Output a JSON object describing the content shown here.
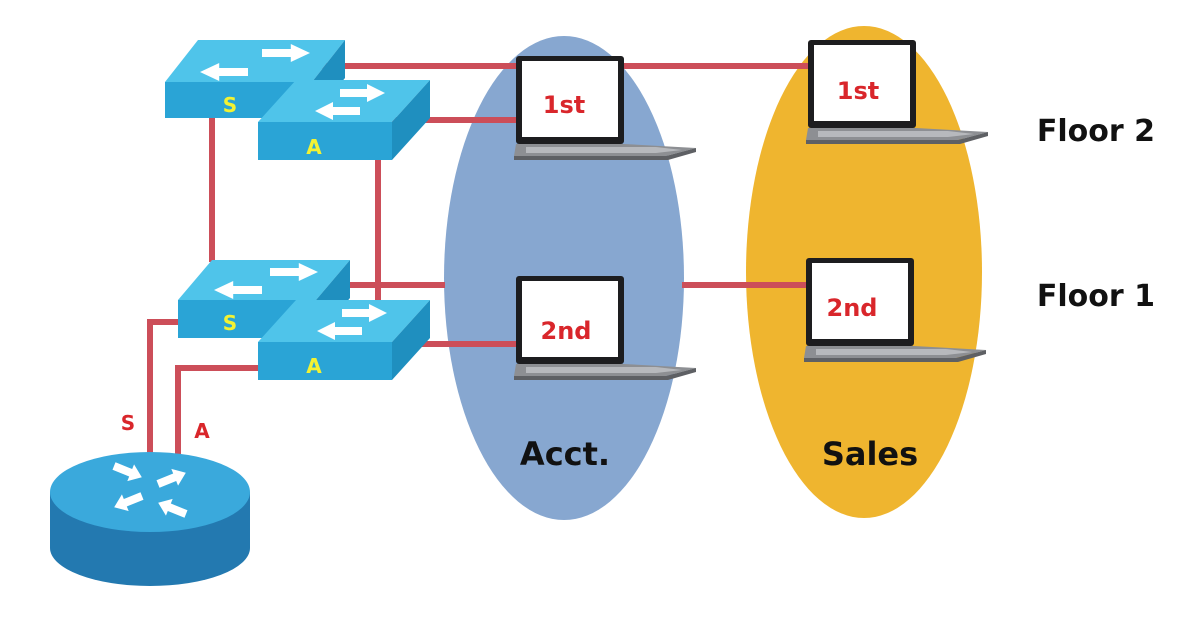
{
  "diagram": {
    "groups": {
      "acct": {
        "label": "Acct.",
        "color": "#87a7d0"
      },
      "sales": {
        "label": "Sales",
        "color": "#efb52f"
      }
    },
    "floors": {
      "floor2": "Floor 2",
      "floor1": "Floor 1"
    },
    "switches": {
      "top_s": {
        "label": "S",
        "label_color": "#f2f233"
      },
      "top_a": {
        "label": "A",
        "label_color": "#f2f233"
      },
      "bottom_s": {
        "label": "S",
        "label_color": "#f2f233"
      },
      "bottom_a": {
        "label": "A",
        "label_color": "#f2f233"
      }
    },
    "laptops": {
      "acct_floor2": {
        "label": "1st"
      },
      "acct_floor1": {
        "label": "2nd"
      },
      "sales_floor2": {
        "label": "1st"
      },
      "sales_floor1": {
        "label": "2nd"
      }
    },
    "router_links": {
      "s": "S",
      "a": "A"
    },
    "colors": {
      "link": "#cc4e59",
      "switch_top": "#4fc4ea",
      "switch_front": "#2aa4d6",
      "router_top": "#3aa9dc",
      "router_side": "#2379b0",
      "laptop_label": "#d9262b",
      "router_link_label": "#d9262b"
    },
    "icons": [
      "switch-icon",
      "router-icon",
      "laptop-icon"
    ]
  }
}
